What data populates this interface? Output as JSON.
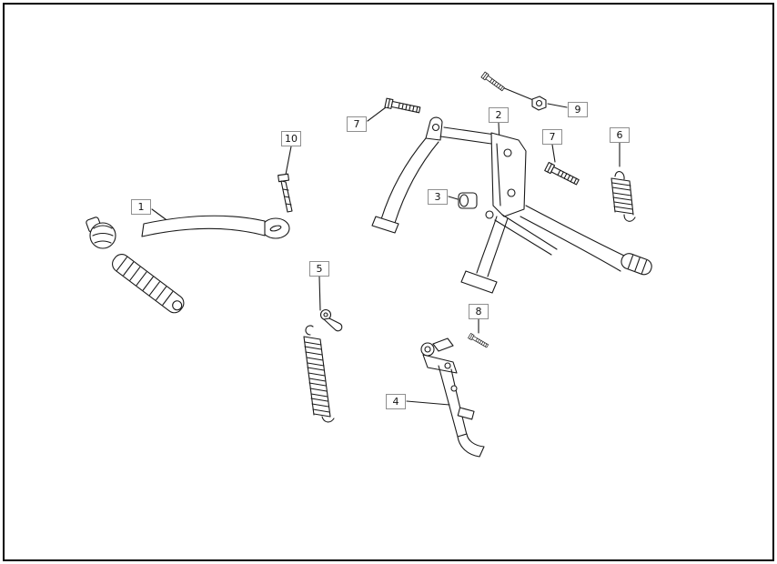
{
  "figure": {
    "type": "exploded-parts-diagram",
    "background": "#ffffff",
    "line_color": "#1a1a1a",
    "label_border_color": "#8f8f8f"
  },
  "callouts": {
    "c1": {
      "label": "1"
    },
    "c2": {
      "label": "2"
    },
    "c3": {
      "label": "3"
    },
    "c4": {
      "label": "4"
    },
    "c5": {
      "label": "5"
    },
    "c6": {
      "label": "6"
    },
    "c7a": {
      "label": "7"
    },
    "c7b": {
      "label": "7"
    },
    "c8": {
      "label": "8"
    },
    "c9": {
      "label": "9"
    },
    "c10": {
      "label": "10"
    }
  }
}
